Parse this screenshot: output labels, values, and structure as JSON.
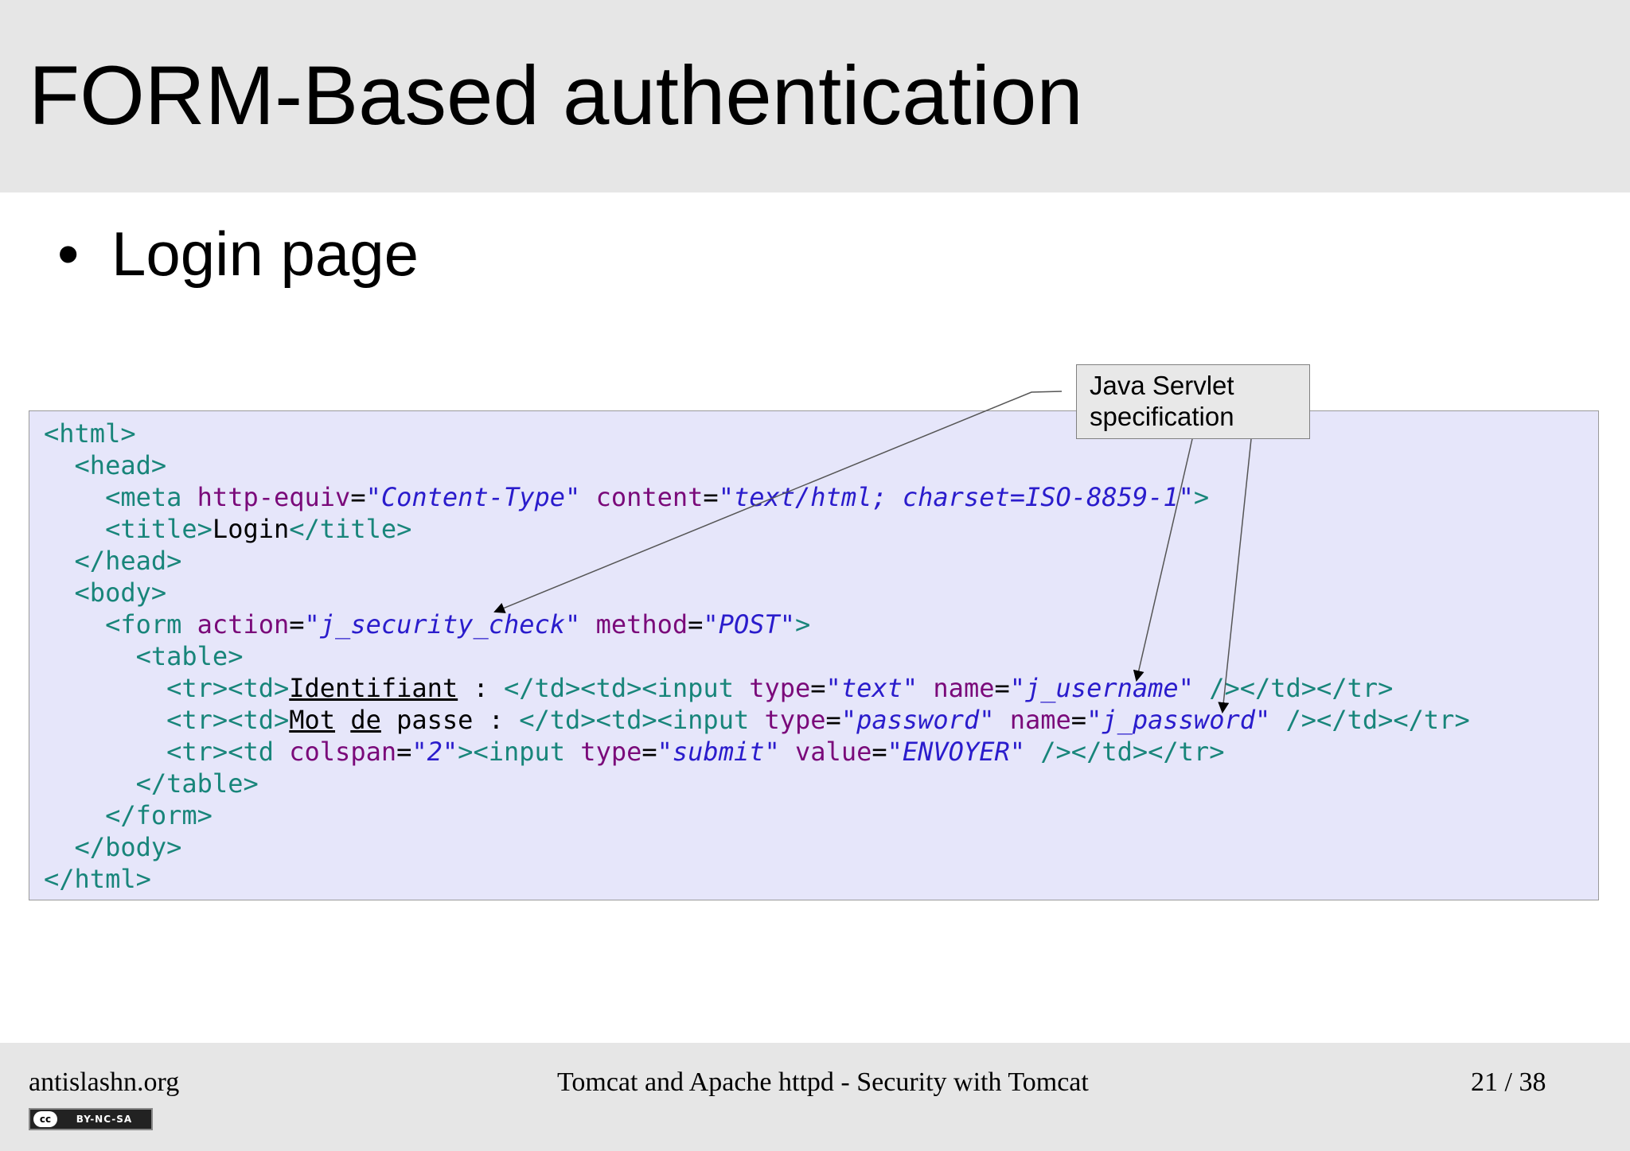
{
  "slide": {
    "title": "FORM-Based authentication",
    "bullet": "Login page"
  },
  "code": {
    "l1": {
      "t1": "<html>"
    },
    "l2": {
      "t1": "<head>"
    },
    "l3": {
      "t1": "<meta ",
      "a1": "http-equiv",
      "e1": "=",
      "v1": "\"Content-Type\"",
      "s1": " ",
      "a2": "content",
      "e2": "=",
      "v2": "\"text/html; charset=ISO-8859-1\"",
      "t2": ">"
    },
    "l4": {
      "t1": "<title>",
      "x1": "Login",
      "t2": "</title>"
    },
    "l5": {
      "t1": "</head>"
    },
    "l6": {
      "t1": "<body>"
    },
    "l7": {
      "t1": "<form ",
      "a1": "action",
      "e1": "=",
      "v1": "\"j_security_check\"",
      "s1": " ",
      "a2": "method",
      "e2": "=",
      "v2": "\"POST\"",
      "t2": ">"
    },
    "l8": {
      "t1": "<table>"
    },
    "l9": {
      "t1": "<tr><td>",
      "u1": "Identifiant",
      "x1": " : ",
      "t2": "</td><td><input ",
      "a1": "type",
      "e1": "=",
      "v1": "\"text\"",
      "s1": " ",
      "a2": "name",
      "e2": "=",
      "v2": "\"j_username\"",
      "t3": " /></td></tr>"
    },
    "l10": {
      "t1": "<tr><td>",
      "u1": "Mot",
      "x0": " ",
      "u2": "de",
      "x1": " passe : ",
      "t2": "</td><td><input ",
      "a1": "type",
      "e1": "=",
      "v1": "\"password\"",
      "s1": " ",
      "a2": "name",
      "e2": "=",
      "v2": "\"j_password\"",
      "t3": " /></td></tr>"
    },
    "l11": {
      "t1": "<tr><td ",
      "a1": "colspan",
      "e1": "=",
      "v1": "\"2\"",
      "t2": "><input ",
      "a2": "type",
      "e2": "=",
      "v2": "\"submit\"",
      "s1": " ",
      "a3": "value",
      "e3": "=",
      "v3": "\"ENVOYER\"",
      "t3": " /></td></tr>"
    },
    "l12": {
      "t1": "</table>"
    },
    "l13": {
      "t1": "</form>"
    },
    "l14": {
      "t1": "</body>"
    },
    "l15": {
      "t1": "</html>"
    }
  },
  "callout": {
    "line1": "Java Servlet",
    "line2": "specification"
  },
  "footer": {
    "site": "antislashn.org",
    "title": "Tomcat and Apache httpd - Security with Tomcat",
    "page": "21 / 38",
    "license_icon": "cc-icon",
    "license_text": "BY-NC-SA"
  },
  "colors": {
    "header_bg": "#e6e6e6",
    "code_bg": "#e6e6fa",
    "tag": "#18857a",
    "attribute": "#7a0a7a",
    "value": "#2a1ccc"
  }
}
